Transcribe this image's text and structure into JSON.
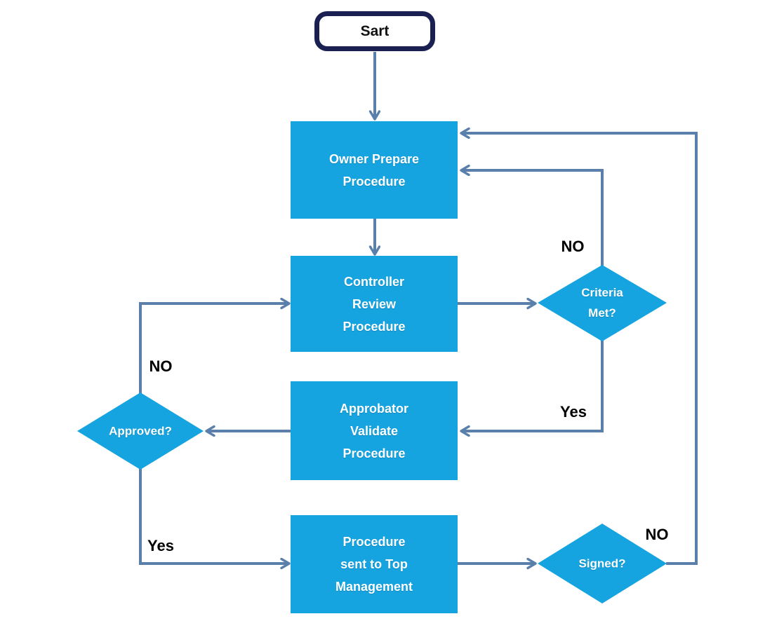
{
  "flowchart": {
    "nodes": {
      "start": {
        "label": "Sart"
      },
      "owner_prepare": {
        "lines": [
          "Owner Prepare",
          "Procedure"
        ]
      },
      "controller_review": {
        "lines": [
          "Controller",
          "Review",
          "Procedure"
        ]
      },
      "criteria_met": {
        "lines": [
          "Criteria",
          "Met?"
        ]
      },
      "approbator_validate": {
        "lines": [
          "Approbator",
          "Validate",
          "Procedure"
        ]
      },
      "approved": {
        "label": "Approved?"
      },
      "procedure_sent": {
        "lines": [
          "Procedure",
          "sent to Top",
          "Management"
        ]
      },
      "signed": {
        "label": "Signed?"
      }
    },
    "edge_labels": {
      "criteria_met_no": "NO",
      "criteria_met_yes": "Yes",
      "approved_no": "NO",
      "approved_yes": "Yes",
      "signed_no": "NO"
    },
    "colors": {
      "process_fill": "#16a4e0",
      "process_text": "#ffffff",
      "connector": "#5b7fab",
      "terminator_border": "#1a2152",
      "terminator_fill": "#ffffff",
      "label_text": "#000000",
      "background": "#ffffff"
    }
  }
}
